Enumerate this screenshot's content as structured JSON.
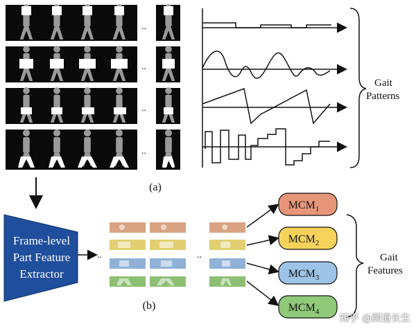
{
  "top_panel": {
    "caption": "(a)",
    "brace_label_line1": "Gait",
    "brace_label_line2": "Patterns",
    "ellipsis": ".."
  },
  "bottom_panel": {
    "caption": "(b)",
    "extractor_line1": "Frame-level",
    "extractor_line2": "Part Feature",
    "extractor_line3": "Extractor",
    "ellipsis": "..",
    "brace_label_line1": "Gait",
    "brace_label_line2": "Features",
    "mcm_boxes": [
      {
        "base": "MCM",
        "sub": "1",
        "color": "#e8967a"
      },
      {
        "base": "MCM",
        "sub": "2",
        "color": "#f7d35b"
      },
      {
        "base": "MCM",
        "sub": "3",
        "color": "#9dc3e6"
      },
      {
        "base": "MCM",
        "sub": "4",
        "color": "#8fc97a"
      }
    ],
    "part_colors": [
      "#d9a283",
      "#e2cf72",
      "#8fb1d8",
      "#8dbf73"
    ],
    "extractor_color": "#1f4e9c"
  },
  "watermark": "知乎 @顾道长生"
}
